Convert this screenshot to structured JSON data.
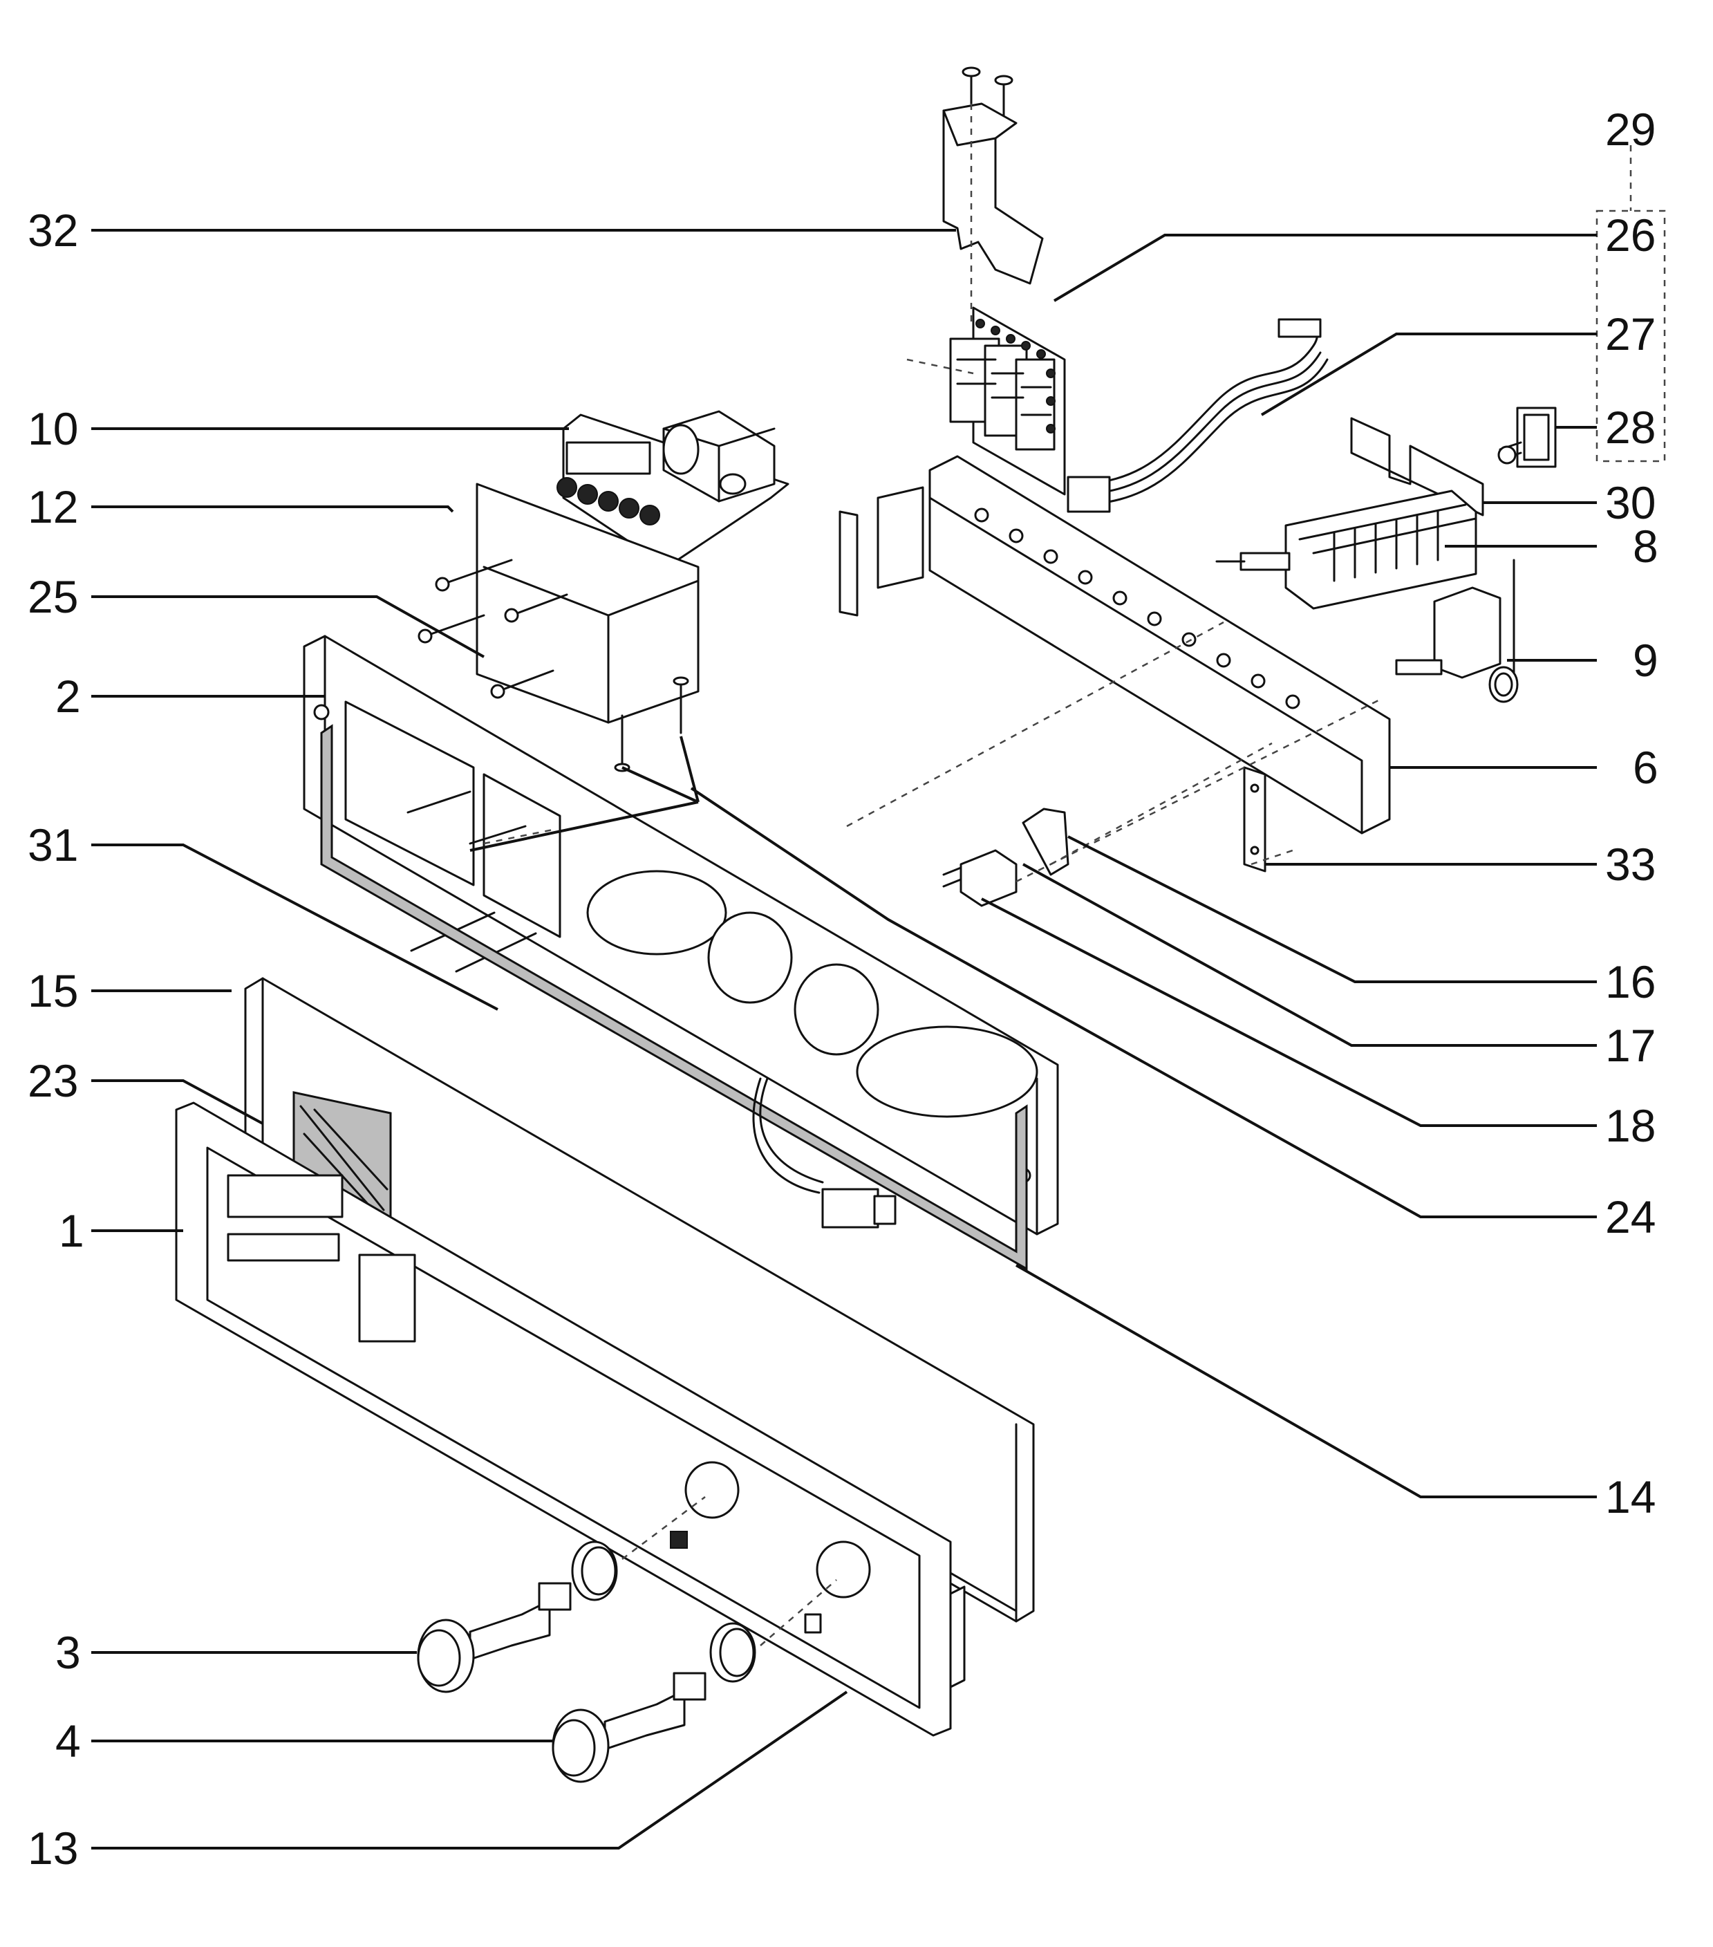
{
  "diagram": {
    "labels": {
      "l1": "1",
      "l2": "2",
      "l3": "3",
      "l4": "4",
      "l6": "6",
      "l8": "8",
      "l9": "9",
      "l10": "10",
      "l12": "12",
      "l13": "13",
      "l14": "14",
      "l15": "15",
      "l16": "16",
      "l17": "17",
      "l18": "18",
      "l23": "23",
      "l24": "24",
      "l25": "25",
      "l26": "26",
      "l27": "27",
      "l28": "28",
      "l29": "29",
      "l30": "30",
      "l31": "31",
      "l32": "32",
      "l33": "33"
    }
  }
}
